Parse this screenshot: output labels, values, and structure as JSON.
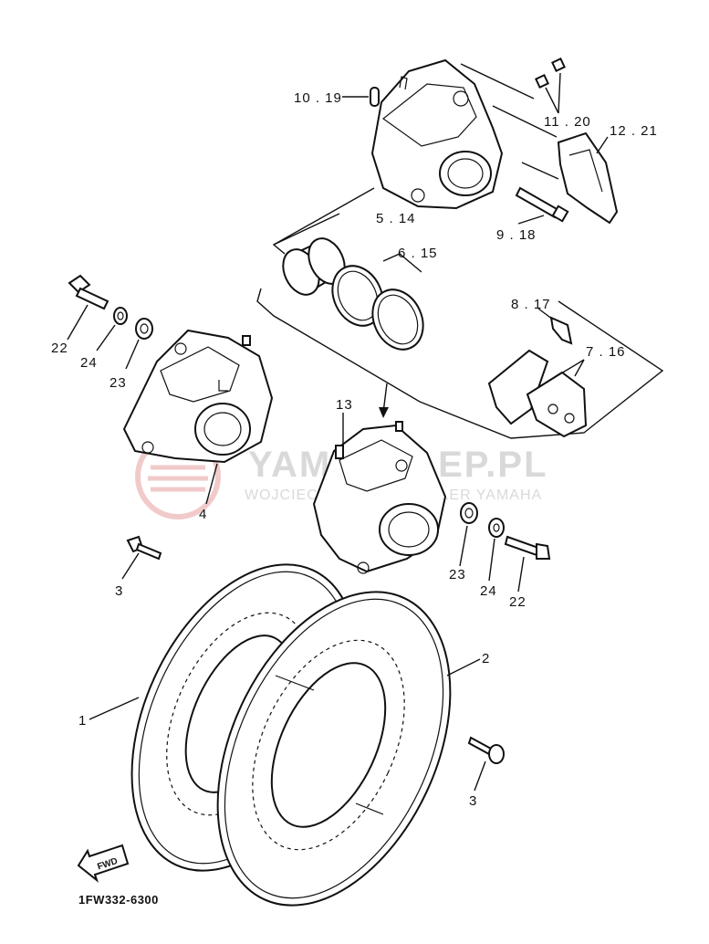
{
  "callouts": {
    "c1": "1",
    "c2": "2",
    "c3a": "3",
    "c3b": "3",
    "c4": "4",
    "c5_14": "5 . 14",
    "c6_15": "6 . 15",
    "c7_16": "7 . 16",
    "c8_17": "8 . 17",
    "c9_18": "9 . 18",
    "c10_19": "10 . 19",
    "c11_20": "11 . 20",
    "c12_21": "12 . 21",
    "c13": "13",
    "c22a": "22",
    "c22b": "22",
    "c23a": "23",
    "c23b": "23",
    "c24a": "24",
    "c24b": "24"
  },
  "diagram_code": "1FW332-6300",
  "fwd_label": "FWD",
  "watermark": {
    "brand": "YAMASKLEP.PL",
    "subtitle": "WOJCIECH GIEREJ | DEALER YAMAHA"
  },
  "colors": {
    "ink": "#111111",
    "watermark": "#d9d9d9",
    "watermark_logo": "#e6a0a0"
  }
}
